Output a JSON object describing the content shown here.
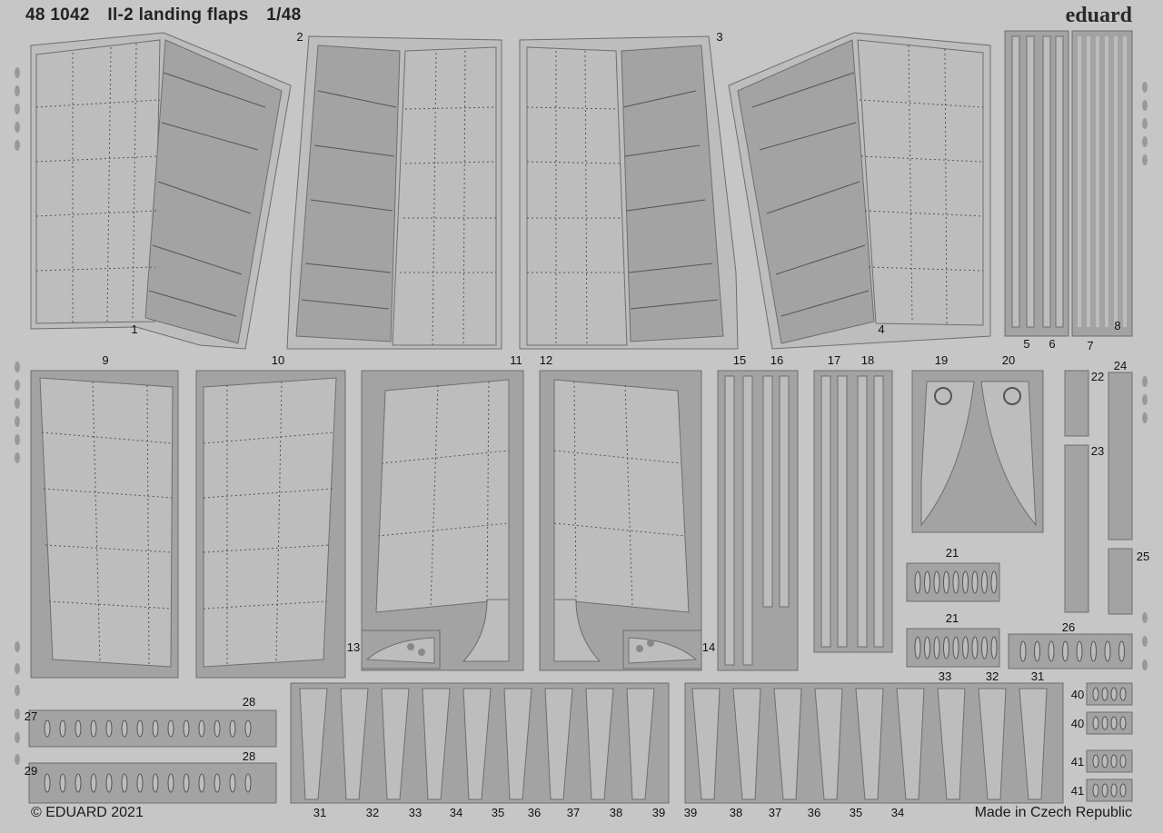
{
  "header": {
    "catalog_number": "48 1042",
    "title": "Il-2 landing flaps",
    "scale": "1/48",
    "brand": "eduard"
  },
  "footer": {
    "copyright": "© EDUARD 2021",
    "origin": "Made in Czech Republic"
  },
  "part_labels": {
    "p1": "1",
    "p2": "2",
    "p3": "3",
    "p4": "4",
    "p5": "5",
    "p6": "6",
    "p7": "7",
    "p8": "8",
    "p9": "9",
    "p10": "10",
    "p11": "11",
    "p12": "12",
    "p13": "13",
    "p14": "14",
    "p15": "15",
    "p16": "16",
    "p17": "17",
    "p18": "18",
    "p19": "19",
    "p20": "20",
    "p21a": "21",
    "p21b": "21",
    "p22": "22",
    "p23": "23",
    "p24": "24",
    "p25": "25",
    "p26": "26",
    "p27": "27",
    "p28a": "28",
    "p28b": "28",
    "p29": "29",
    "p40a": "40",
    "p40b": "40",
    "p41a": "41",
    "p41b": "41",
    "p33t": "33",
    "p32t": "32",
    "p31t": "31",
    "b31": "31",
    "b32": "32",
    "b33": "33",
    "b34": "34",
    "b35": "35",
    "b36": "36",
    "b37": "37",
    "b38": "38",
    "b39": "39",
    "c39": "39",
    "c38": "38",
    "c37": "37",
    "c36": "36",
    "c35": "35",
    "c34": "34"
  },
  "colors": {
    "sheet": "#c6c6c6",
    "part_fill": "#a3a3a3",
    "part_light": "#bdbdbd",
    "outline": "#6e6e6e",
    "rivet": "#4a4a4a"
  }
}
